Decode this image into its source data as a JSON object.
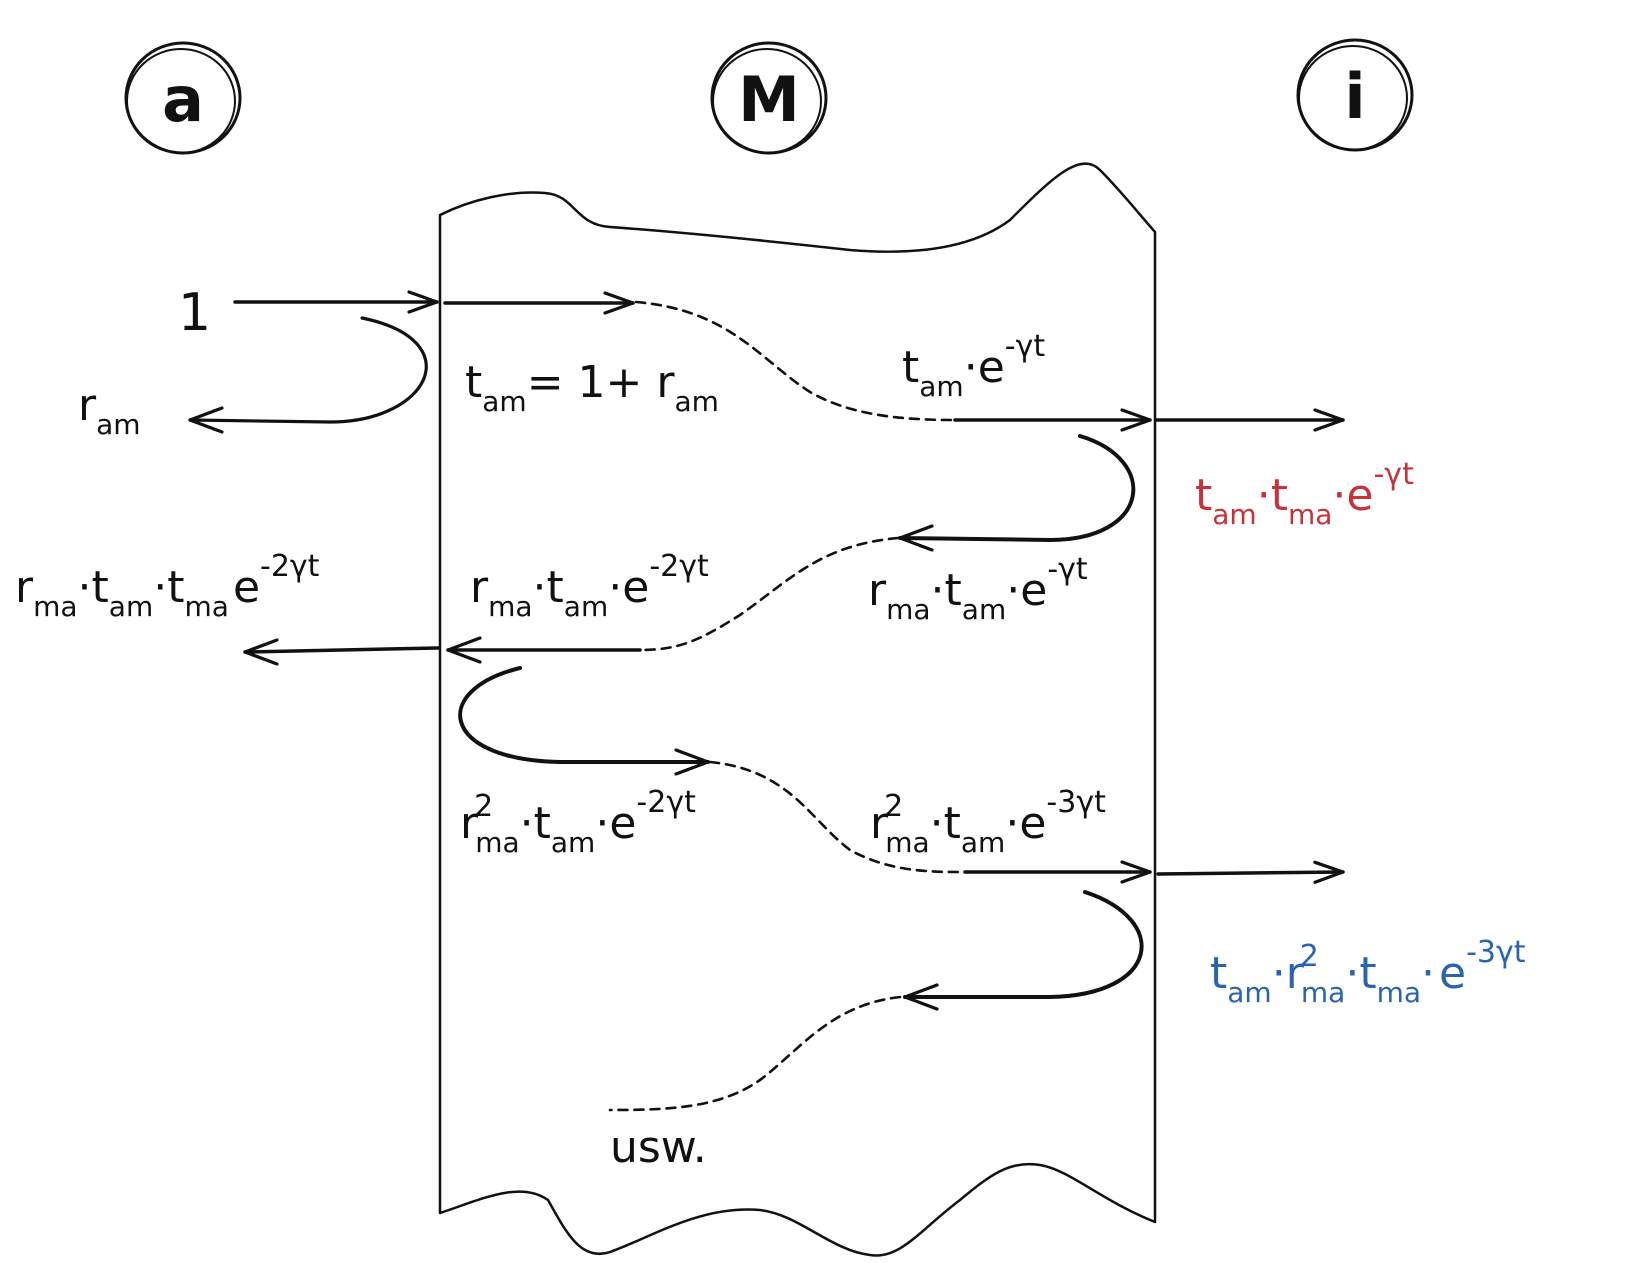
{
  "colors": {
    "ink": "#111111",
    "red": "#c8323a",
    "blue": "#2a64b0"
  },
  "regions": {
    "left": "a",
    "middle": "M",
    "right": "i"
  },
  "labels": {
    "incident": "1",
    "r_am": {
      "base": "r",
      "sub": "am"
    },
    "t_am_def": {
      "t": "t",
      "t_sub": "am",
      "rest": "= 1+ ",
      "r": "r",
      "r_sub": "am"
    },
    "row1_mid": {
      "t": "t",
      "t_sub": "am",
      "dot": "·",
      "e": "e",
      "exp": "-γt"
    },
    "out1": {
      "t1": "t",
      "t1_sub": "am",
      "t2": "t",
      "t2_sub": "ma",
      "e": "e",
      "exp": "-γt"
    },
    "back1_right": {
      "r": "r",
      "r_sub": "ma",
      "t": "t",
      "t_sub": "am",
      "e": "e",
      "exp": "-γt"
    },
    "back1_left": {
      "r": "r",
      "r_sub": "ma",
      "t": "t",
      "t_sub": "am",
      "e": "e",
      "exp": "-2γt"
    },
    "refl_out": {
      "r": "r",
      "r_sub": "ma",
      "t1": "t",
      "t1_sub": "am",
      "t2": "t",
      "t2_sub": "ma",
      "e": "e",
      "exp": "-2γt"
    },
    "row3_left": {
      "r": "r",
      "r_sup": "2",
      "r_sub": "ma",
      "t": "t",
      "t_sub": "am",
      "e": "e",
      "exp": "-2γt"
    },
    "row3_right": {
      "r": "r",
      "r_sup": "2",
      "r_sub": "ma",
      "t": "t",
      "t_sub": "am",
      "e": "e",
      "exp": "-3γt"
    },
    "out2": {
      "t1": "t",
      "t1_sub": "am",
      "r": "r",
      "r_sup": "2",
      "r_sub": "ma",
      "t2": "t",
      "t2_sub": "ma",
      "e": "e",
      "exp": "-3γt"
    },
    "etc": "usw."
  }
}
